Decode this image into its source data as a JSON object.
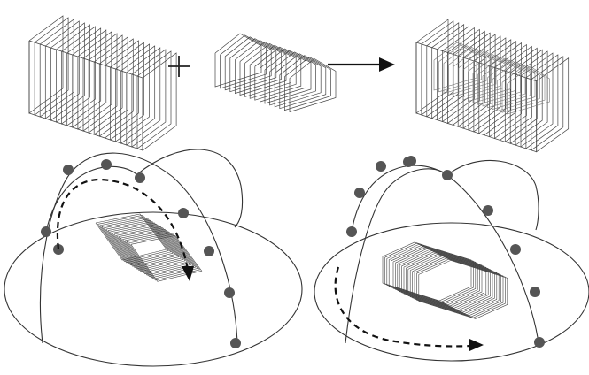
{
  "colors": {
    "line": "#3a3a3a",
    "slice": "#444444",
    "slice_light": "#777777",
    "dot": "#555555",
    "background": "#ffffff"
  },
  "top_row": {
    "operator_symbol": "plus-sign",
    "result_symbol": "right-arrow"
  },
  "bottom_left": {
    "sample_count": 9,
    "trajectory": "dashed-arrow-along-meridian"
  },
  "bottom_right": {
    "sample_count": 10,
    "trajectory": "dashed-arrow-along-base"
  }
}
